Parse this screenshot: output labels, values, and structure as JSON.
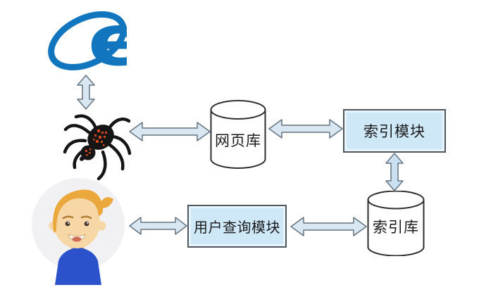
{
  "diagram_title": "search-engine-architecture-diagram",
  "nodes": {
    "web_db": "网页库",
    "index_module": "索引模块",
    "index_db": "索引库",
    "query_module": "用户查询模块"
  },
  "icons": {
    "browser": "ie-browser-logo",
    "crawler": "spider-crawler-icon",
    "user": "user-avatar-icon",
    "connectors": "double-headed-arrows"
  },
  "colors": {
    "ie_blue": "#1176be",
    "arrow_fill": "#d9e7f3",
    "arrow_fill_strong": "#cbe1f1",
    "arrow_stroke": "#64747f",
    "box_fill": "#cfe8f8",
    "box_border": "#50575e",
    "cylinder_stroke": "#2f2f2f",
    "label_color": "#1a1a1a",
    "spider_black": "#151515",
    "spider_red": "#d2461e",
    "hair": "#eaa83d",
    "skin": "#f7d7a6",
    "shirt_blue": "#2b52cb",
    "avatar_bg": "#f1f1f3"
  }
}
